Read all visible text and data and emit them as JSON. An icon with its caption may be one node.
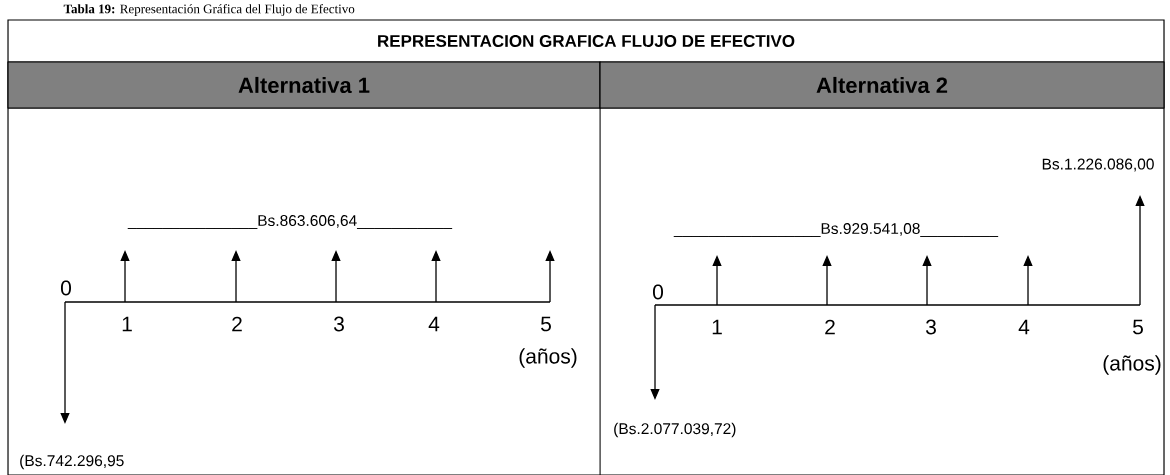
{
  "diagram": {
    "title": "REPRESENTACION GRAFICA FLUJO DE EFECTIVO",
    "caption": "**Tabla 19:** Representación Gráfica del Flujo de Efectivo",
    "nodes": [
      {
        "text": [
          "Alternativa 1"
        ]
      },
      {
        "text": [
          "Alternativa 2"
        ]
      }
    ],
    "labels": [
      "_______________Bs.863.606,64___________",
      "0",
      "1",
      "2",
      "3",
      "4",
      "5",
      "(años)",
      "(Bs.742.296,95",
      "Bs.1.226.086,00",
      "_________________Bs.929.541,08_________",
      "0",
      "1",
      "2",
      "3",
      "4",
      "5",
      "(años)",
      "(Bs.2.077.039,72)"
    ]
  }
}
